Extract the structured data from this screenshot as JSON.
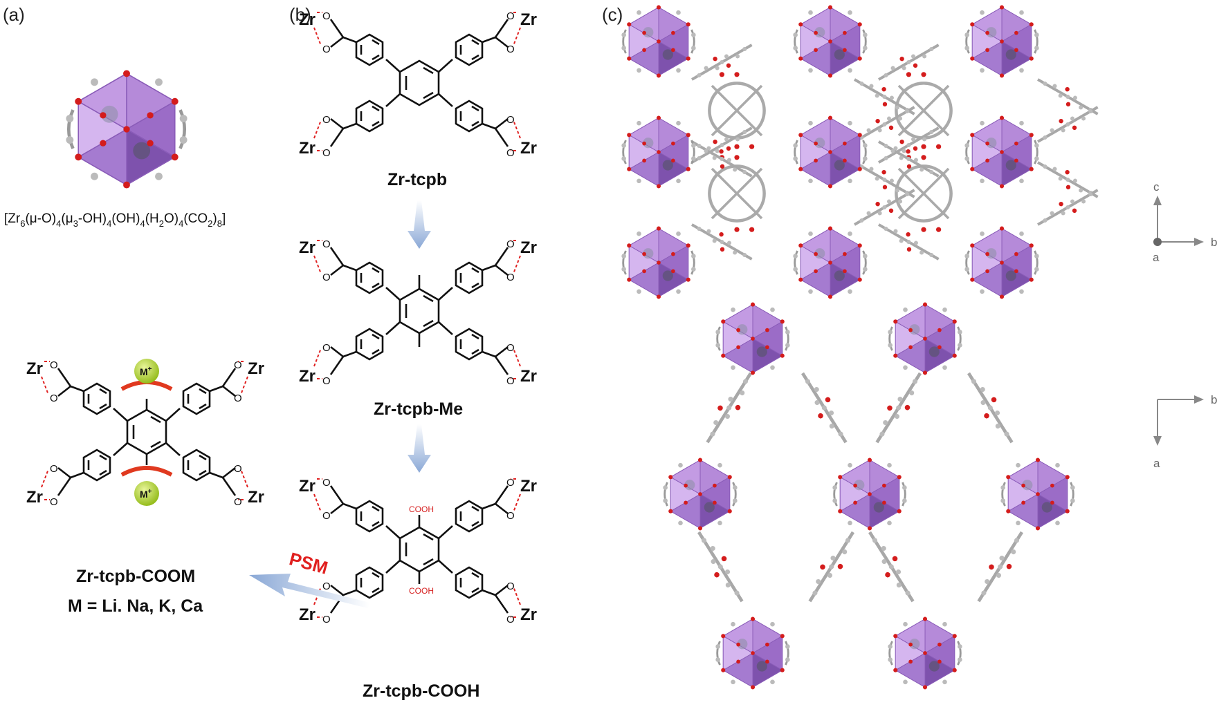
{
  "panels": {
    "a": "(a)",
    "b": "(b)",
    "c": "(c)"
  },
  "atoms": {
    "zr": "Zr",
    "o": "O",
    "m": "M",
    "m_charge": "+"
  },
  "cluster_formula": {
    "p1": "[Zr",
    "s1": "6",
    "p2": "(μ-O)",
    "s2": "4",
    "p3": "(μ",
    "s3": "3",
    "p4": "-OH)",
    "s4": "4",
    "p5": "(OH)",
    "s5": "4",
    "p6": "(H",
    "s6": "2",
    "p7": "O)",
    "s7": "4",
    "p8": "(CO",
    "s8": "2",
    "p9": ")",
    "s9": "8",
    "p10": "]"
  },
  "molecules": {
    "tcpb": "Zr-tcpb",
    "tcpb_me": "Zr-tcpb-Me",
    "tcpb_cooh": "Zr-tcpb-COOH",
    "cooh_group": "COOH",
    "coom": "Zr-tcpb-COOM",
    "coom_sub": "M = Li. Na, K, Ca"
  },
  "psm_label": "PSM",
  "axes": {
    "top": {
      "vertical": "c",
      "horizontal": "b",
      "origin": "a"
    },
    "bottom": {
      "horizontal": "b",
      "vertical": "a"
    }
  },
  "colors": {
    "polyhedron": "#b07fd6",
    "polyhedron_dark": "#7a4ea8",
    "oxygen": "#d41c1c",
    "carbon": "#9a9a9a",
    "coord_bond": "#e02020",
    "arrow": "#9bb6da",
    "metal_ion": "#a8cc1a"
  }
}
